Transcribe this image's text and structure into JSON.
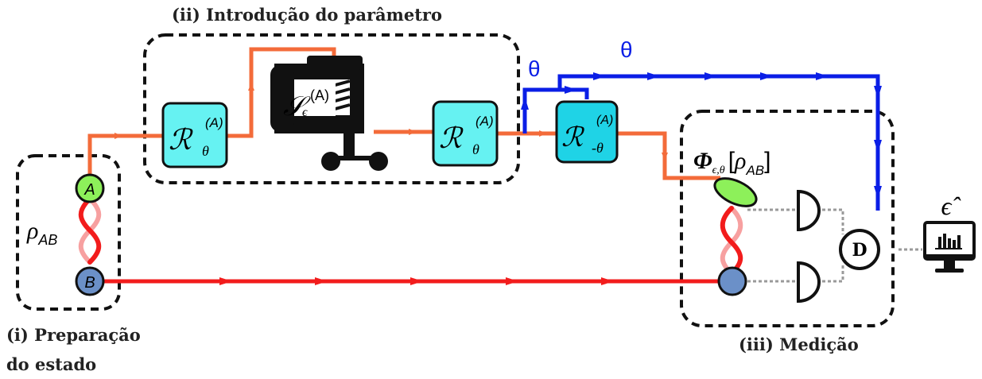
{
  "labels": {
    "preparation_line1": "(i) Preparação",
    "preparation_line2": "do estado",
    "introduction": "(ii) Introdução do parâmetro",
    "measurement": "(iii) Medição",
    "rho_main": "ρ",
    "rho_sub": "AB",
    "qubit_a": "A",
    "qubit_b": "B",
    "rotation_main": "ℛ",
    "rotation_sup": "(A)",
    "rotation_sub": "θ",
    "rotation_inv_sub": "-θ",
    "channel_main": "𝒮",
    "channel_sup": "(A)",
    "channel_sub": "ϵ",
    "theta_1": "θ",
    "theta_2": "θ",
    "phi_main": "Φ",
    "phi_sub": "ϵ,θ",
    "phi_bracket_open": "[",
    "phi_rho": "ρ",
    "phi_rho_sub": "AB",
    "phi_bracket_close": "]",
    "detector": "D",
    "estimate": "ϵ̂"
  },
  "colors": {
    "orange_path": "#f36b3a",
    "red_path": "#f21c1c",
    "blue_path": "#0a1ee6",
    "box_cyan": "#66f2f2",
    "box_cyan_dark": "#1fd3e6",
    "qubit_a": "#8df05a",
    "qubit_b": "#6b90c8",
    "dashed": "#111111",
    "wire_grey": "#9a9a9a"
  },
  "icons": [
    "clamp-icon",
    "monitor-chart-icon",
    "photodetector-icon",
    "entanglement-twist-icon"
  ]
}
